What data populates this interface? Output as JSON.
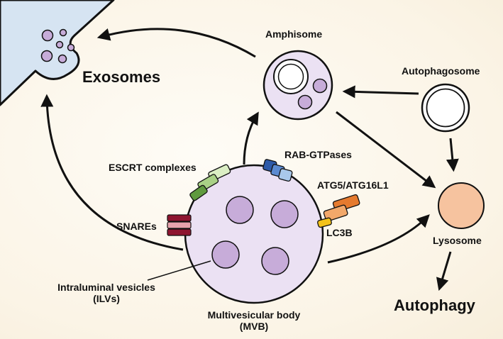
{
  "labels": {
    "exosomes": "Exosomes",
    "amphisome": "Amphisome",
    "autophagosome": "Autophagosome",
    "escrt": "ESCRT complexes",
    "rab": "RAB-GTPases",
    "atg": "ATG5/ATG16L1",
    "snares": "SNAREs",
    "lc3b": "LC3B",
    "lysosome": "Lysosome",
    "ilv_line1": "Intraluminal vesicles",
    "ilv_line2": "(ILVs)",
    "mvb_line1": "Multivesicular body",
    "mvb_line2": "(MVB)",
    "autophagy": "Autophagy"
  },
  "colors": {
    "cell_region": "#d6e4f2",
    "vesicle_fill": "#c7acd9",
    "mvb_fill": "#ebe1f3",
    "lysosome_fill": "#f6c39f",
    "escrt_green": [
      "#dbeec4",
      "#a9d186",
      "#5f9a3e"
    ],
    "rab_blue": [
      "#2e5aa8",
      "#5b8ad0",
      "#a9c8ea"
    ],
    "atg_orange": [
      "#e57a2e",
      "#f2a86a"
    ],
    "lc3b_yellow": "#f3c21a",
    "snare_red": [
      "#8e1530",
      "#e7a3ad",
      "#8e1530"
    ]
  }
}
